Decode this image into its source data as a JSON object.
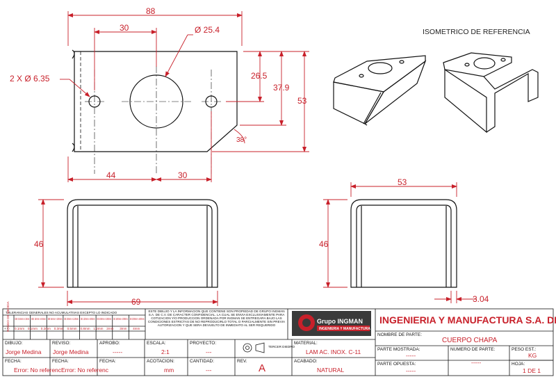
{
  "views": {
    "top": {
      "dim_overall_width": "88",
      "dim_hole_offset": "30",
      "dim_center_hole": "Ø 25.4",
      "dim_small_holes": "2 X Ø 6.35",
      "dim_hole_height": "26.5",
      "dim_height_inner": "37.9",
      "dim_total_height": "53",
      "dim_angle": "38°",
      "dim_left_to_center": "44",
      "dim_center_to_hole": "30"
    },
    "front": {
      "dim_height": "46",
      "dim_width": "69"
    },
    "side": {
      "dim_width": "53",
      "dim_height": "46",
      "dim_thickness": "3.04"
    },
    "isometric_title": "ISOMETRICO DE REFERENCIA"
  },
  "title_block": {
    "tolerance_header": "TOLERANCIAS GENERALES NO ACUMULATIVAS EXCEPTO LO INDICADO",
    "tolerance_row_label": "RANGO DE MEDIDA",
    "tolerance_ranges": [
      "DE 0.5mm A 3mm",
      "DE 3mm A 6mm",
      "DE 6mm A 30mm",
      "DE 30mm A 120mm",
      "DE 120mm A 400mm",
      "DE 400mm A 1000mm",
      "DE 1000mm A 2000mm",
      "DE 2000mm A 4000mm"
    ],
    "tolerance_sign": "+ / -",
    "tolerance_values": [
      "0.1mm",
      "0.1mm",
      "0.2mm",
      "0.3mm",
      "0.5mm",
      "0.8mm",
      "1.2mm",
      "2mm",
      "3mm",
      "4mm"
    ],
    "confidential_text": "ESTE DIBUJO Y LA INFORMACION QUE CONTIENE SON PROPIEDAD DE GRUPO INGMAN S.A. DE C.V. DE CARACTER CONFIDENCIAL. LA CUAL SE ENVIA EXCLUSIVAMENTE PARA COTIZACION Y/O PRODUCCION ORDENADA POR INGMAN SE ENTREGARA BAJO LAS CONDICIONES ESTRICTAS DE NO REPRODUCIRLO TOTAL O PARCIALMENTE SIN PREVIA AUTORIZACION Y QUE SERA DEVUELTO DE INMEDIATO AL SER REQUERIDO",
    "logo_text": "Grupo INGMAN",
    "logo_subtext": "INGENIERIA Y MANUFACTURA",
    "company_name": "INGENIERIA Y MANUFACTURA S.A. DE C.V.",
    "labels": {
      "dibujo": "DIBUJO:",
      "reviso": "REVISO:",
      "aprobo": "APROBO:",
      "escala": "ESCALA:",
      "proyecto": "PROYECTO:",
      "material": "MATERIAL:",
      "fecha": "FECHA:",
      "acotacion": "ACOTACION:",
      "cantidad": "CANTIDAD:",
      "rev": "REV.",
      "acabado": "ACABADO:",
      "nombre_parte": "NOMBRE DE PARTE:",
      "parte_mostrada": "PARTE MOSTRADA:",
      "numero_parte": "NUMERO DE PARTE:",
      "parte_opuesta": "PARTE OPUESTA:",
      "peso_est": "PESO EST.:",
      "hoja": "HOJA:",
      "tercer_diedro": "TERCER DIEDRO"
    },
    "values": {
      "dibujo": "Jorge Medina",
      "reviso": "Jorge Medina",
      "aprobo": "-----",
      "escala": "2:1",
      "proyecto": "---",
      "material": "LAM AC. INOX. C-11",
      "fecha1": "Error: No referenc",
      "fecha2": "Error: No referenc",
      "acotacion": "mm",
      "cantidad": "---",
      "rev": "A",
      "acabado": "NATURAL",
      "nombre_parte": "CUERPO CHAPA",
      "parte_mostrada": "-----",
      "numero_parte": "-----",
      "parte_opuesta": "-----",
      "peso_unit": "KG",
      "hoja": "1   DE   1"
    }
  }
}
